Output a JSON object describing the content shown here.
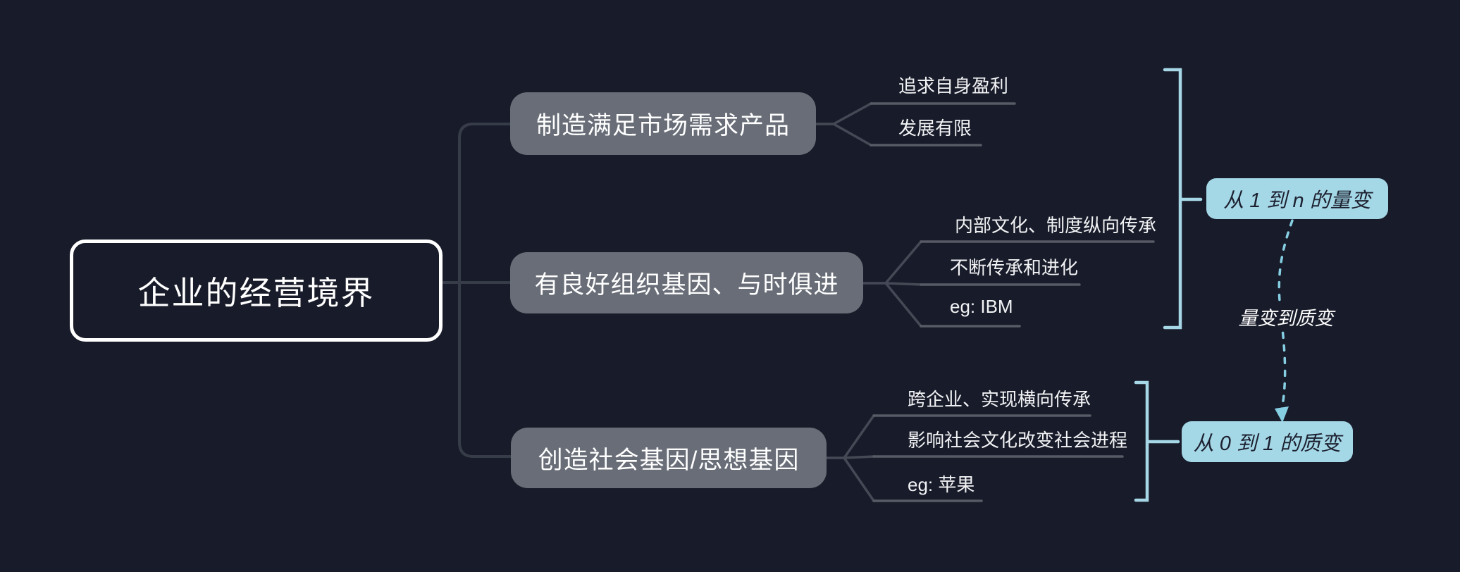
{
  "colors": {
    "background": "#181b29",
    "branch_fill": "#686d77",
    "root_border": "#ffffff",
    "summary_fill": "#a5d8e7",
    "summary_text": "#1d2130",
    "trunk_line": "#373c49",
    "fork_line": "#454956",
    "underline": "#575b66",
    "bracket": "#a6d7e7",
    "dashed_arrow": "#86cfe3",
    "text": "#ffffff"
  },
  "root": {
    "label": "企业的经营境界"
  },
  "branches": [
    {
      "label": "制造满足市场需求产品",
      "children": [
        "追求自身盈利",
        "发展有限"
      ]
    },
    {
      "label": "有良好组织基因、与时俱进",
      "children": [
        "内部文化、制度纵向传承",
        "不断传承和进化",
        "eg: IBM"
      ]
    },
    {
      "label": "创造社会基因/思想基因",
      "children": [
        "跨企业、实现横向传承",
        "影响社会文化改变社会进程",
        "eg: 苹果"
      ]
    }
  ],
  "summaries": [
    {
      "label": "从 1 到 n 的量变"
    },
    {
      "label": "从 0 到 1 的质变"
    }
  ],
  "relationship": {
    "label": "量变到质变"
  }
}
